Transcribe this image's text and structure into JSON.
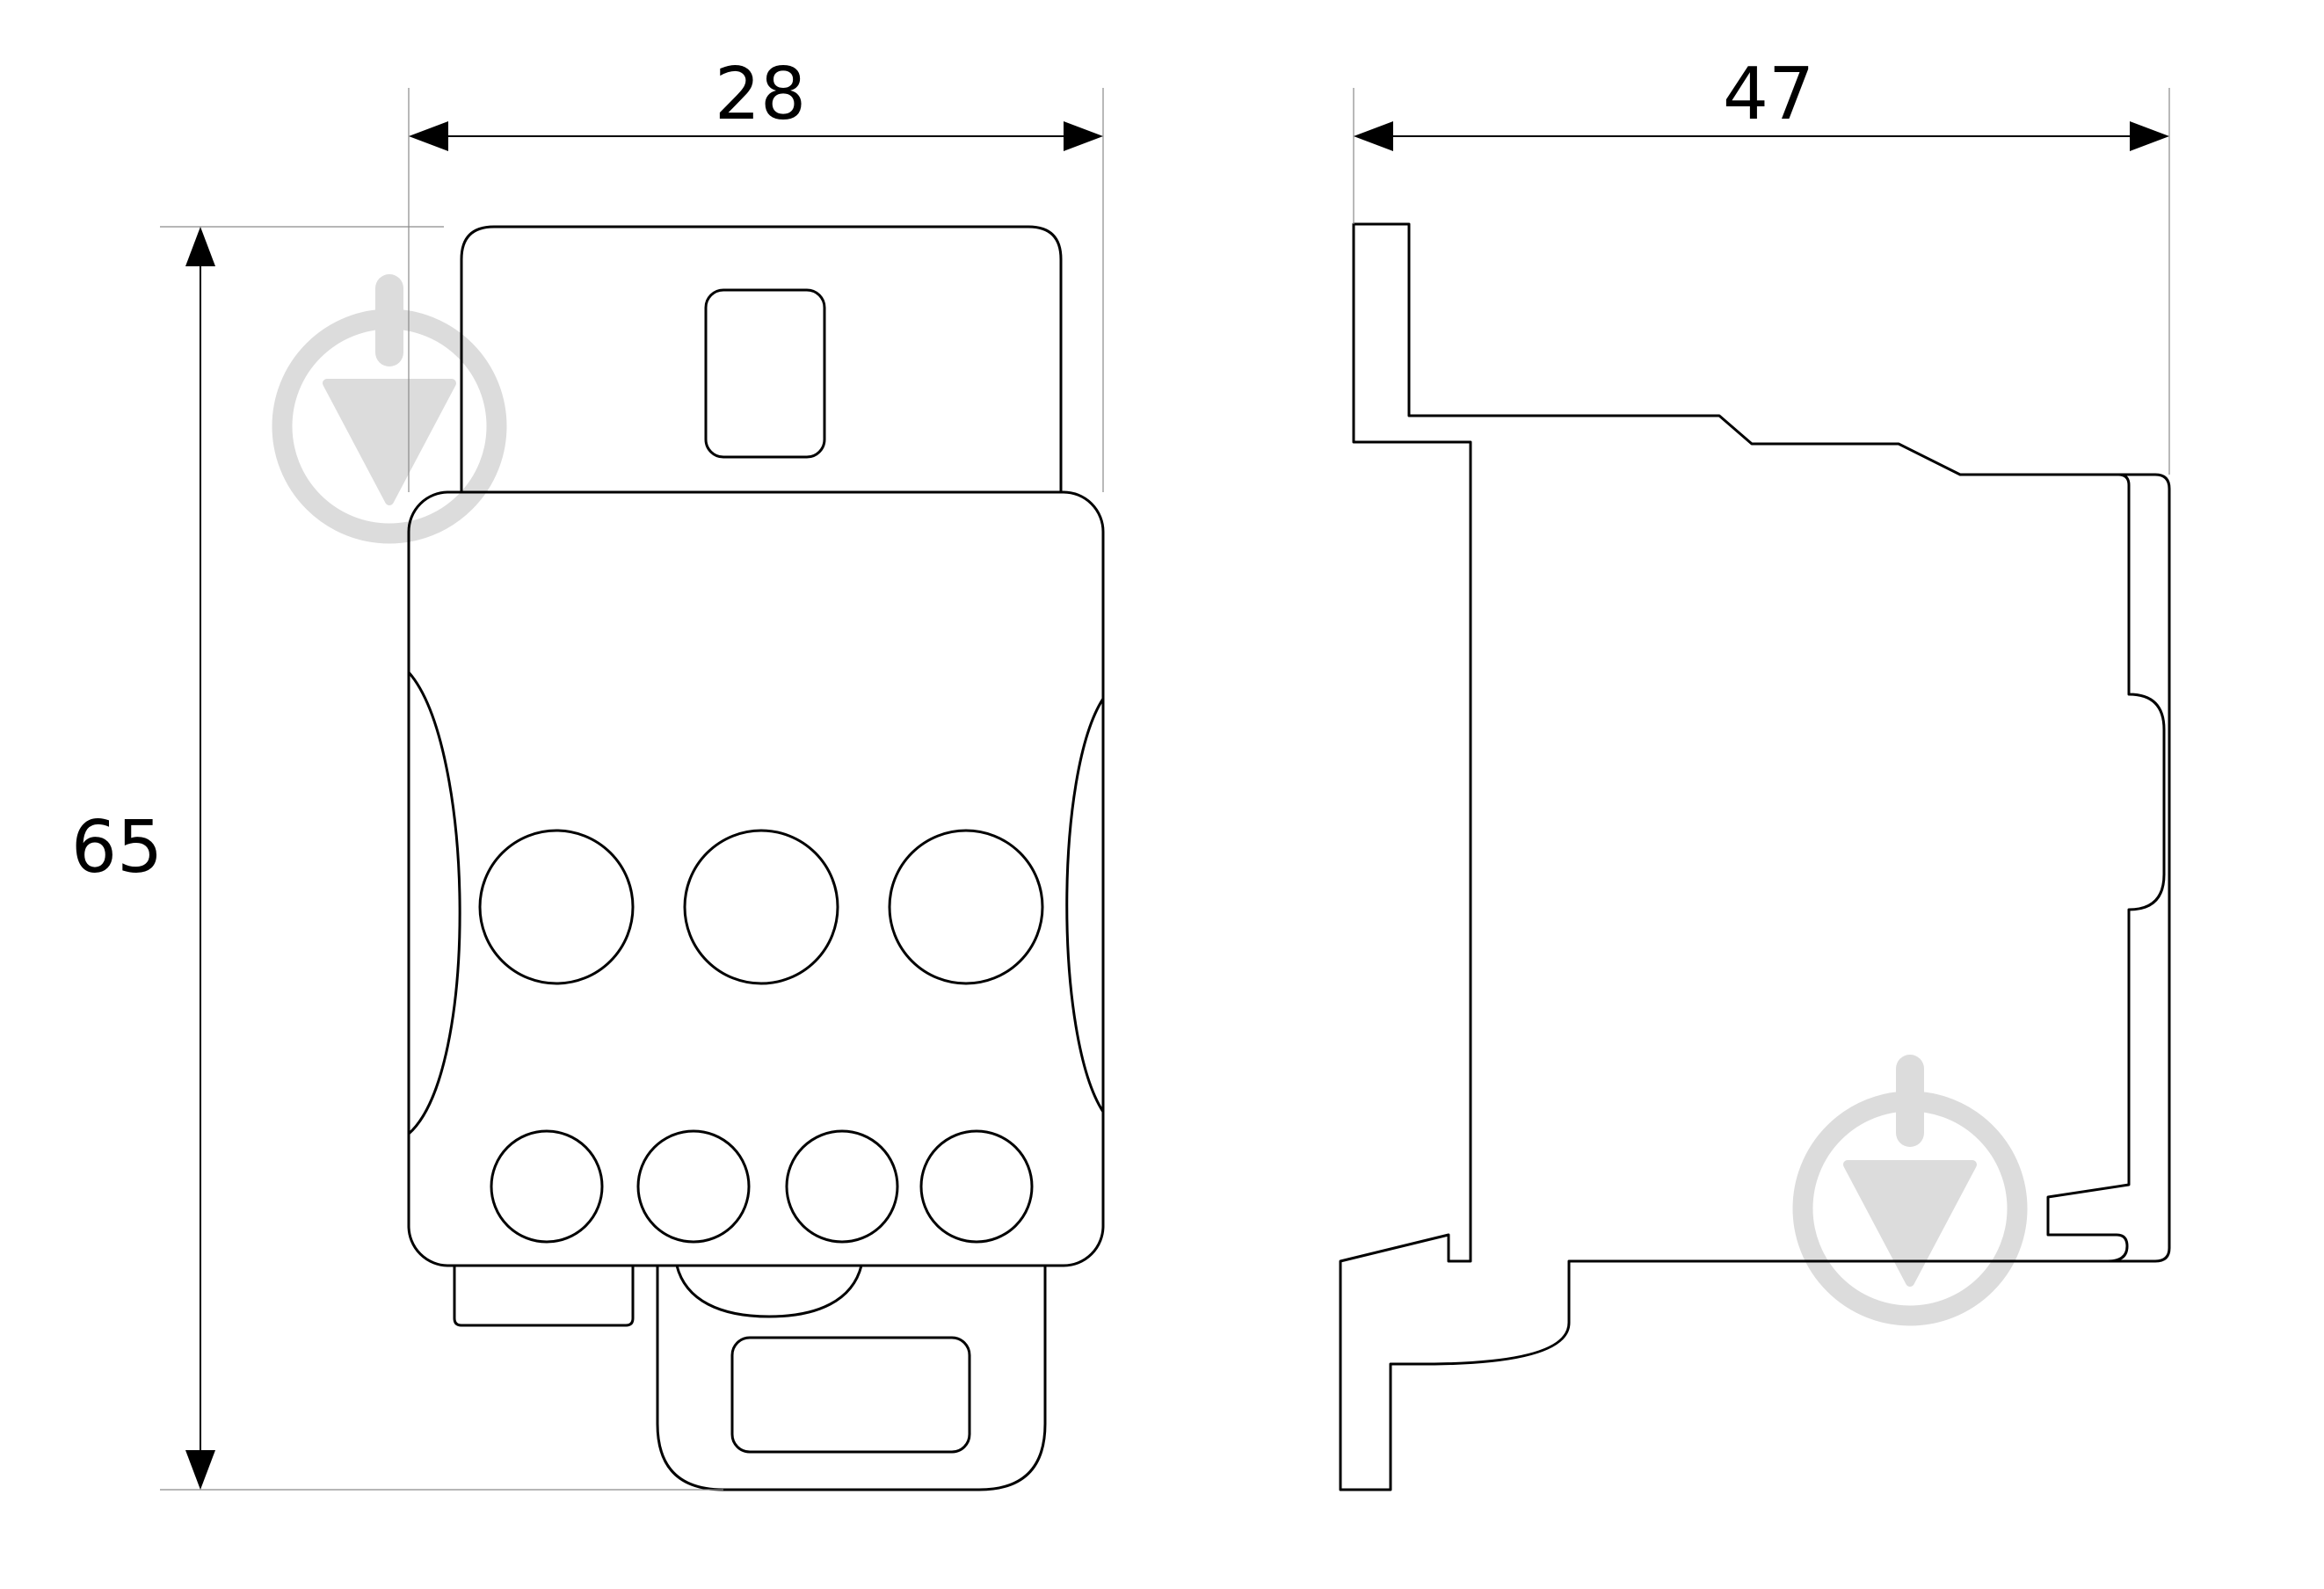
{
  "dimensions": {
    "width_front": "28",
    "depth_side": "47",
    "height": "65"
  },
  "colors": {
    "line": "#000000",
    "extension_line": "#8a8a8a",
    "watermark": "#dcdcdc"
  },
  "icons": {
    "watermark": "download-arrow-icon"
  }
}
